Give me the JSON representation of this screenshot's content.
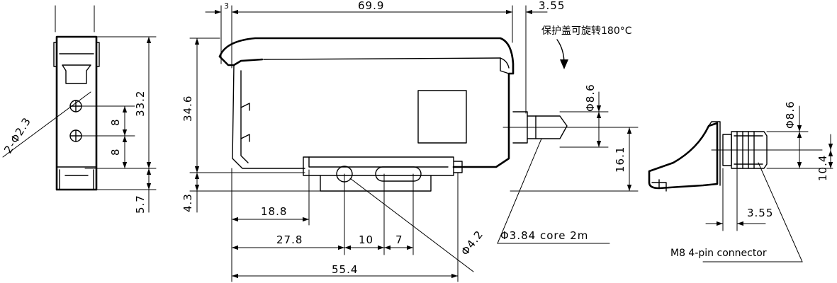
{
  "front_view": {
    "hole_callout": "2-Φ2.3",
    "dim_pitch_top": "8",
    "dim_pitch_bottom": "8",
    "dim_height": "33.2",
    "dim_base": "5.7"
  },
  "side_view": {
    "dim_3": "3",
    "dim_total_length": "69.9",
    "dim_3_55": "3.55",
    "dim_height": "34.6",
    "dim_base": "4.3",
    "dim_18_8": "18.8",
    "dim_27_8": "27.8",
    "dim_10": "10",
    "dim_7": "7",
    "dim_55_4": "55.4",
    "dim_hole": "Φ4.2",
    "dim_cable_dia": "Φ8.6",
    "dim_cable_height": "16.1",
    "cable_note": "Φ3.84 core 2m",
    "cover_note": "保护盖可旋转180°C"
  },
  "connector_view": {
    "dim_dia": "Φ8.6",
    "dim_10_4": "10.4",
    "dim_3_55": "3.55",
    "connector_note": "M8 4-pin connector"
  }
}
